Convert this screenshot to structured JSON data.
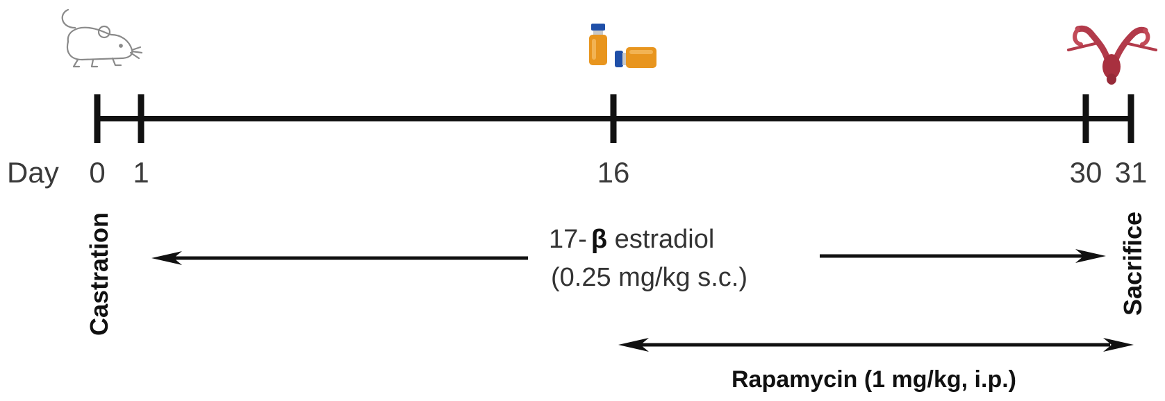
{
  "timeline": {
    "axis_label": "Day",
    "ticks": [
      {
        "day": "0",
        "bar": true
      },
      {
        "day": "1",
        "bar": true
      },
      {
        "day": "16",
        "bar": true
      },
      {
        "day": "30",
        "bar": true
      },
      {
        "day": "31",
        "bar": true
      }
    ]
  },
  "events": {
    "start": "Castration",
    "end": "Sacrifice"
  },
  "treatments": {
    "estradiol": {
      "prefix": "17-",
      "greek": "β",
      "name": " estradiol",
      "dose": "(0.25 mg/kg s.c.)"
    },
    "rapamycin": {
      "label": "Rapamycin (1 mg/kg, i.p.)"
    }
  },
  "icons": {
    "start": "mouse-icon",
    "middle": "vial-icon",
    "end": "uterus-icon"
  },
  "colors": {
    "line": "#111111",
    "text_gray": "#3a3a3a",
    "vial_body": "#e8951e",
    "vial_cap": "#1f4fa8",
    "uterus": "#b23a4a"
  }
}
